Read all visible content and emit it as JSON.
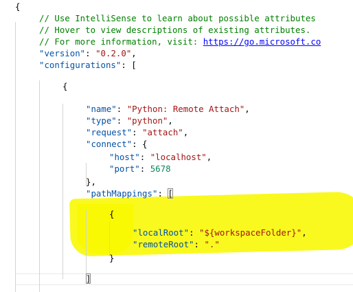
{
  "editor": {
    "lines": [
      {
        "tokens": [
          {
            "t": "{",
            "c": "punc"
          }
        ]
      },
      {
        "tokens": [
          {
            "t": "// Use IntelliSense to learn about possible attributes",
            "c": "comment"
          }
        ]
      },
      {
        "tokens": [
          {
            "t": "// Hover to view descriptions of existing attributes.",
            "c": "comment"
          }
        ]
      },
      {
        "tokens": [
          {
            "t": "// For more information, visit: ",
            "c": "comment"
          },
          {
            "t": "https://go.microsoft.co",
            "c": "link"
          }
        ]
      },
      {
        "tokens": [
          {
            "t": "\"version\"",
            "c": "key"
          },
          {
            "t": ": ",
            "c": "punc"
          },
          {
            "t": "\"0.2.0\"",
            "c": "str"
          },
          {
            "t": ",",
            "c": "punc"
          }
        ]
      },
      {
        "tokens": [
          {
            "t": "\"configurations\"",
            "c": "key"
          },
          {
            "t": ": [",
            "c": "punc"
          }
        ]
      },
      {
        "tokens": [
          {
            "t": "{",
            "c": "punc"
          }
        ]
      },
      {
        "tokens": [
          {
            "t": "\"name\"",
            "c": "key"
          },
          {
            "t": ": ",
            "c": "punc"
          },
          {
            "t": "\"Python: Remote Attach\"",
            "c": "str"
          },
          {
            "t": ",",
            "c": "punc"
          }
        ]
      },
      {
        "tokens": [
          {
            "t": "\"type\"",
            "c": "key"
          },
          {
            "t": ": ",
            "c": "punc"
          },
          {
            "t": "\"python\"",
            "c": "str"
          },
          {
            "t": ",",
            "c": "punc"
          }
        ]
      },
      {
        "tokens": [
          {
            "t": "\"request\"",
            "c": "key"
          },
          {
            "t": ": ",
            "c": "punc"
          },
          {
            "t": "\"attach\"",
            "c": "str"
          },
          {
            "t": ",",
            "c": "punc"
          }
        ]
      },
      {
        "tokens": [
          {
            "t": "\"connect\"",
            "c": "key"
          },
          {
            "t": ": {",
            "c": "punc"
          }
        ]
      },
      {
        "tokens": [
          {
            "t": "\"host\"",
            "c": "key"
          },
          {
            "t": ": ",
            "c": "punc"
          },
          {
            "t": "\"localhost\"",
            "c": "str"
          },
          {
            "t": ",",
            "c": "punc"
          }
        ]
      },
      {
        "tokens": [
          {
            "t": "\"port\"",
            "c": "key"
          },
          {
            "t": ": ",
            "c": "punc"
          },
          {
            "t": "5678",
            "c": "num"
          }
        ]
      },
      {
        "tokens": [
          {
            "t": "},",
            "c": "punc"
          }
        ]
      },
      {
        "tokens": [
          {
            "t": "\"pathMappings\"",
            "c": "key"
          },
          {
            "t": ": ",
            "c": "punc"
          },
          {
            "t": "[",
            "c": "punc"
          }
        ]
      },
      {
        "tokens": [
          {
            "t": "{",
            "c": "punc"
          }
        ]
      },
      {
        "tokens": [
          {
            "t": "\"localRoot\"",
            "c": "key"
          },
          {
            "t": ": ",
            "c": "punc"
          },
          {
            "t": "\"${workspaceFolder}\"",
            "c": "str"
          },
          {
            "t": ",",
            "c": "punc"
          }
        ]
      },
      {
        "tokens": [
          {
            "t": "\"remoteRoot\"",
            "c": "key"
          },
          {
            "t": ": ",
            "c": "punc"
          },
          {
            "t": "\".\"",
            "c": "str"
          }
        ]
      },
      {
        "tokens": [
          {
            "t": "}",
            "c": "punc"
          }
        ]
      },
      {
        "tokens": [
          {
            "t": "]",
            "c": "punc"
          }
        ]
      }
    ]
  },
  "colors": {
    "comment": "#008000",
    "key": "#0451a5",
    "string": "#a31515",
    "number": "#098658",
    "link": "#0000ff",
    "highlight": "#f8f800"
  }
}
